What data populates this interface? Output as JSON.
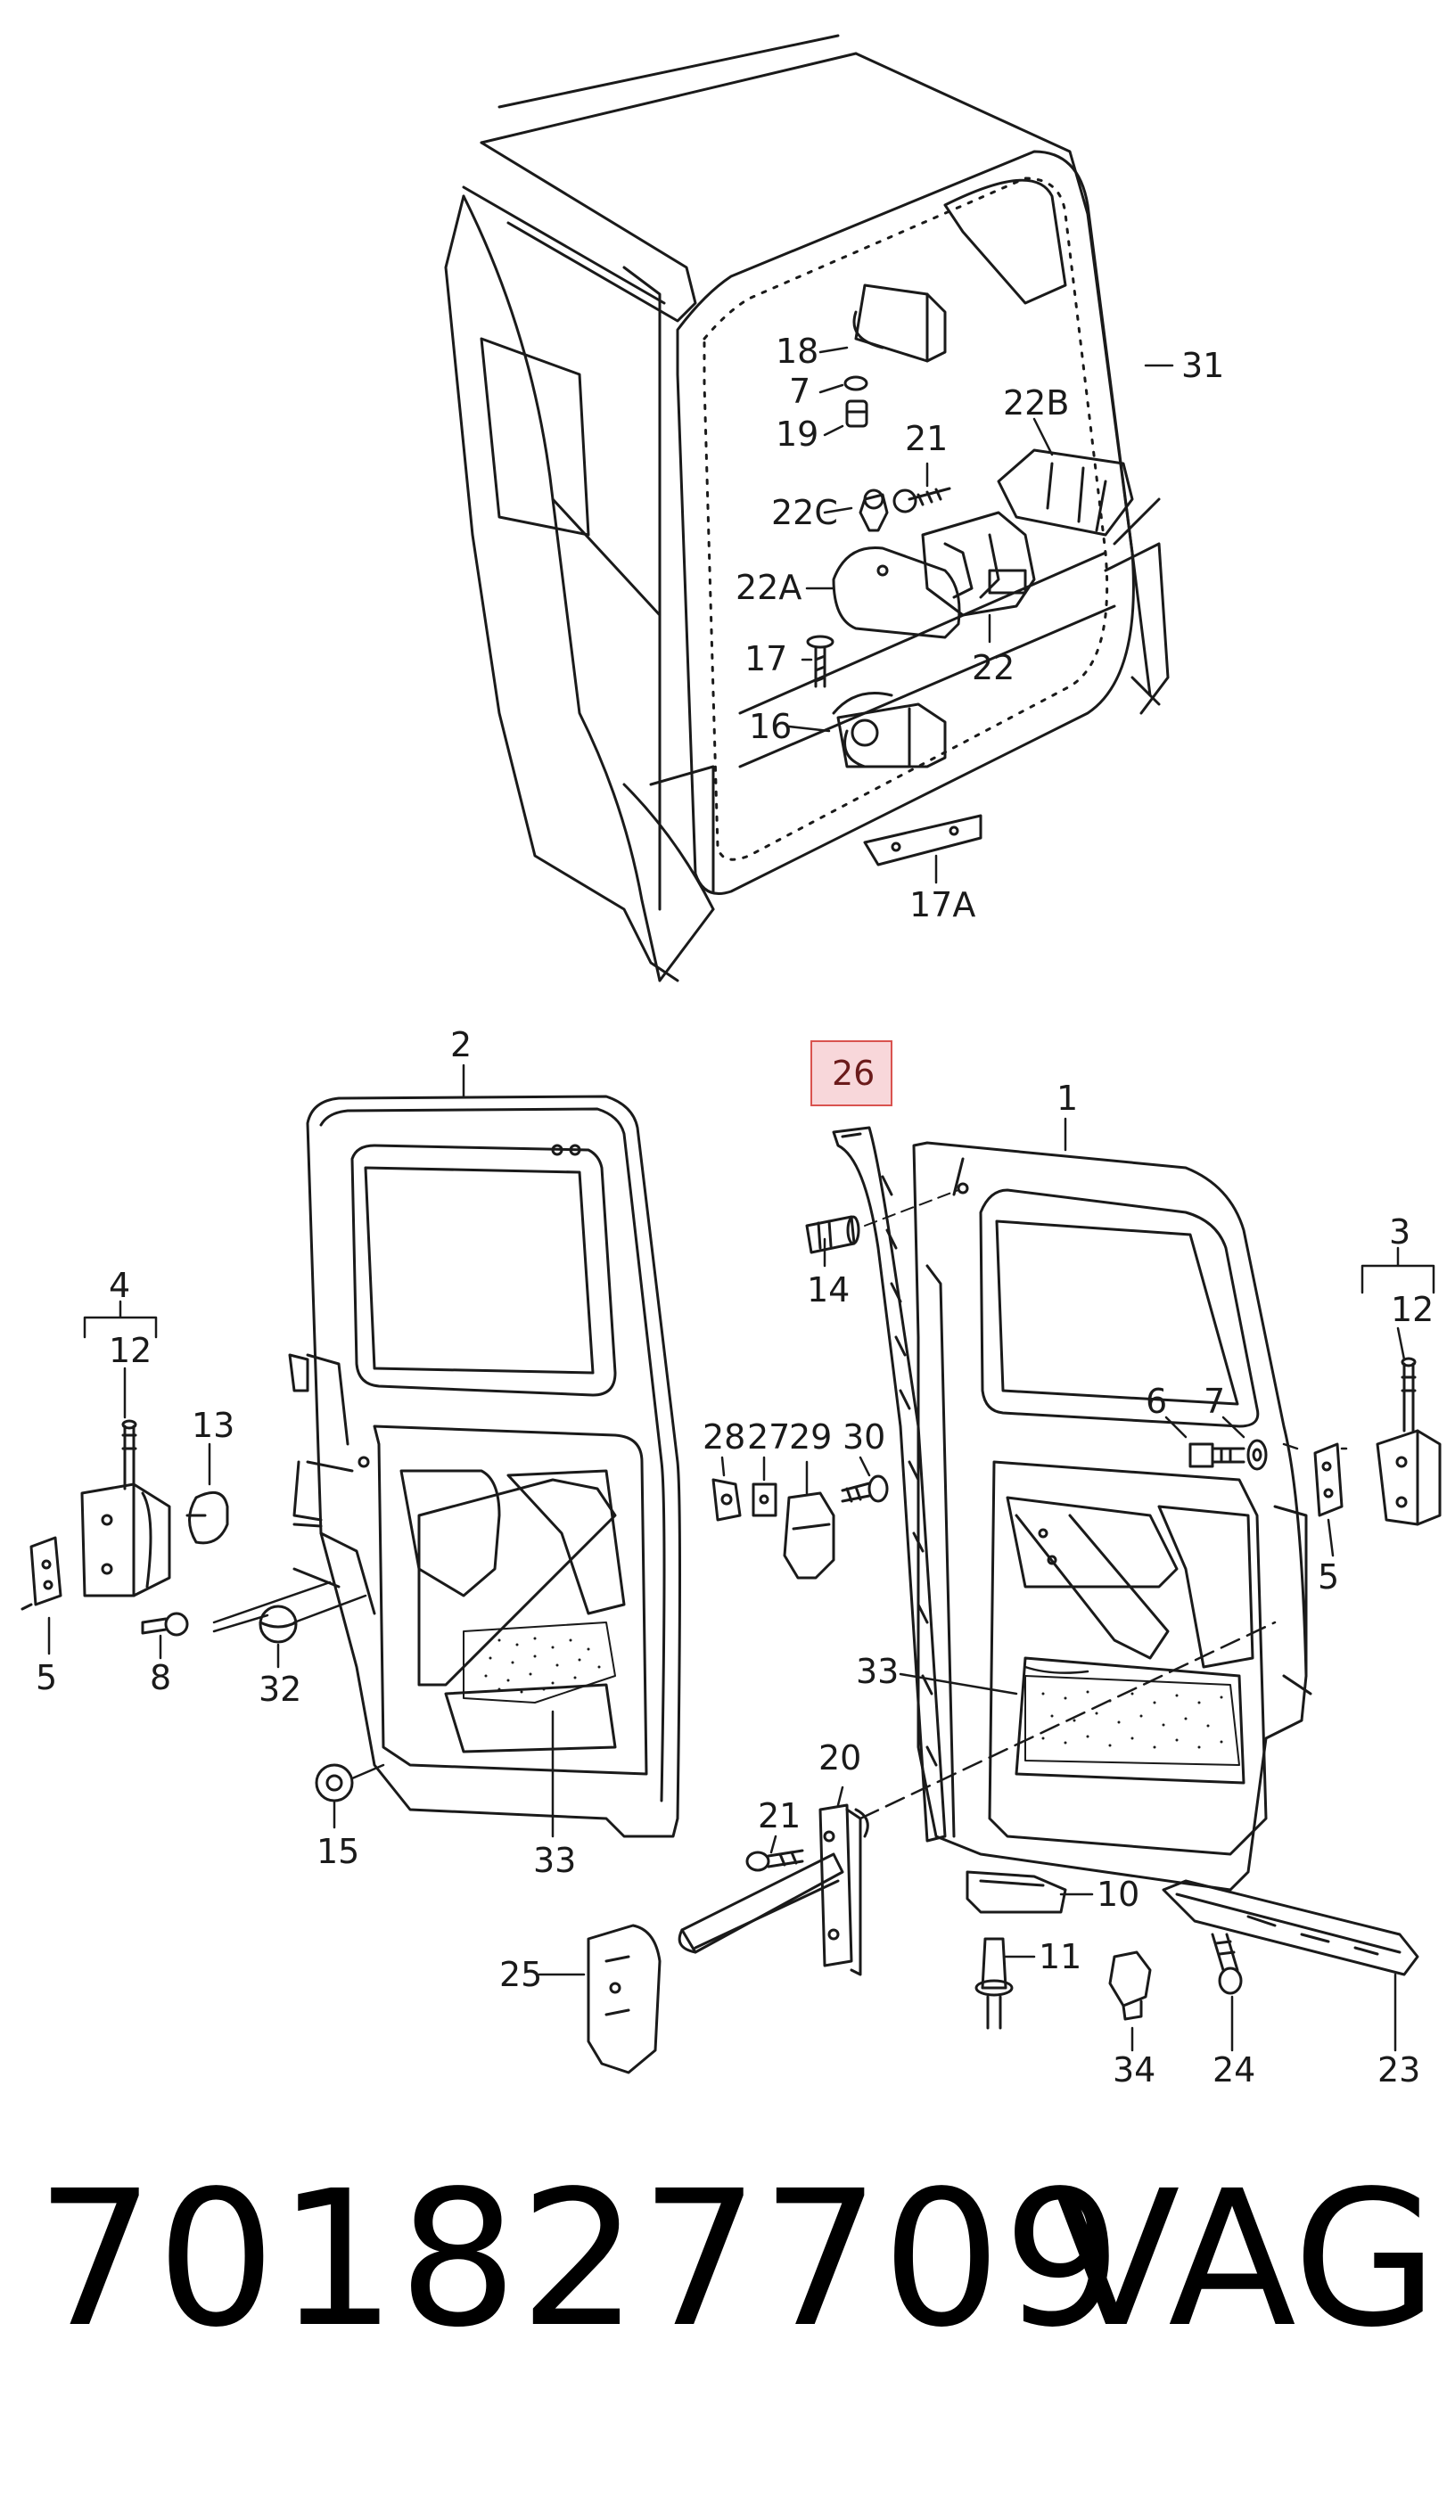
{
  "callouts": [
    {
      "id": "c31",
      "label": "31"
    },
    {
      "id": "c18",
      "label": "18"
    },
    {
      "id": "c7a",
      "label": "7"
    },
    {
      "id": "c19",
      "label": "19"
    },
    {
      "id": "c21a",
      "label": "21"
    },
    {
      "id": "c22B",
      "label": "22B"
    },
    {
      "id": "c22C",
      "label": "22C"
    },
    {
      "id": "c22A",
      "label": "22A"
    },
    {
      "id": "c17",
      "label": "17"
    },
    {
      "id": "c22",
      "label": "22"
    },
    {
      "id": "c16",
      "label": "16"
    },
    {
      "id": "c17A",
      "label": "17A"
    },
    {
      "id": "c2",
      "label": "2"
    },
    {
      "id": "c26",
      "label": "26"
    },
    {
      "id": "c1",
      "label": "1"
    },
    {
      "id": "c14",
      "label": "14"
    },
    {
      "id": "c4",
      "label": "4"
    },
    {
      "id": "c12a",
      "label": "12"
    },
    {
      "id": "c13",
      "label": "13"
    },
    {
      "id": "c5a",
      "label": "5"
    },
    {
      "id": "c8",
      "label": "8"
    },
    {
      "id": "c32",
      "label": "32"
    },
    {
      "id": "c15",
      "label": "15"
    },
    {
      "id": "c33a",
      "label": "33"
    },
    {
      "id": "c28",
      "label": "28"
    },
    {
      "id": "c27",
      "label": "27"
    },
    {
      "id": "c29",
      "label": "29"
    },
    {
      "id": "c30",
      "label": "30"
    },
    {
      "id": "c6",
      "label": "6"
    },
    {
      "id": "c7b",
      "label": "7"
    },
    {
      "id": "c3",
      "label": "3"
    },
    {
      "id": "c12b",
      "label": "12"
    },
    {
      "id": "c5b",
      "label": "5"
    },
    {
      "id": "c33b",
      "label": "33"
    },
    {
      "id": "c20",
      "label": "20"
    },
    {
      "id": "c21b",
      "label": "21"
    },
    {
      "id": "c10",
      "label": "10"
    },
    {
      "id": "c11",
      "label": "11"
    },
    {
      "id": "c25",
      "label": "25"
    },
    {
      "id": "c34",
      "label": "34"
    },
    {
      "id": "c24",
      "label": "24"
    },
    {
      "id": "c23",
      "label": "23"
    }
  ],
  "highlight": {
    "label": "26",
    "border_color": "#d9534f",
    "fill_color": "#f8d7da"
  },
  "footer": {
    "part_number": "701827709",
    "brand": "VAG"
  }
}
